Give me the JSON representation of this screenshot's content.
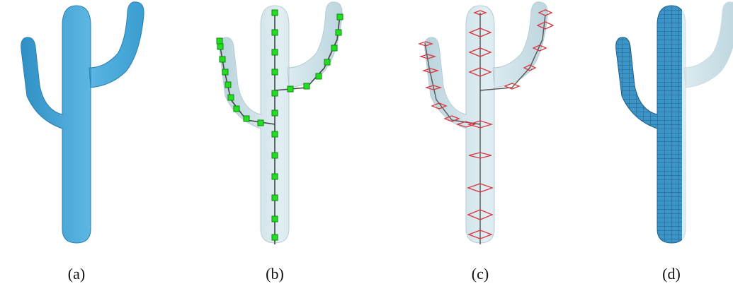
{
  "figure": {
    "panels": [
      {
        "label": "(a)"
      },
      {
        "label": "(b)"
      },
      {
        "label": "(c)"
      },
      {
        "label": "(d)"
      }
    ],
    "colors": {
      "solid_mesh": "#4aa8d8",
      "translucent_body": "#cfe1e8",
      "skeleton_line": "#444444",
      "skeleton_node": "#22dd22",
      "cross_section": "#d9363e",
      "voxel_fill": "#3b95c8",
      "voxel_edge": "#1f5f86"
    }
  }
}
